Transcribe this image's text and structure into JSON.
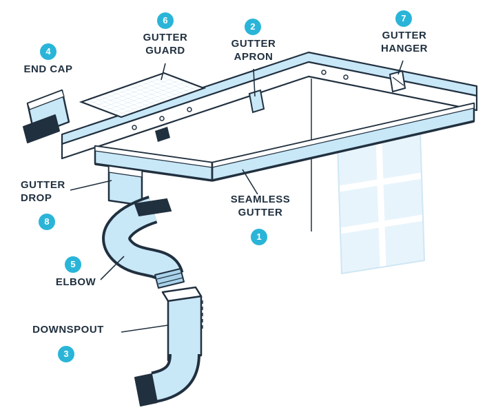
{
  "diagram": {
    "colors": {
      "ink": "#21303f",
      "accent": "#2ab5d8",
      "lightblue": "#c8e7f7",
      "midblue": "#a9d3ea"
    },
    "labels": {
      "end_cap": {
        "number": "4",
        "text": "END CAP"
      },
      "gutter_guard": {
        "number": "6",
        "text": "GUTTER GUARD"
      },
      "gutter_apron": {
        "number": "2",
        "text": "GUTTER APRON"
      },
      "gutter_hanger": {
        "number": "7",
        "text": "GUTTER HANGER"
      },
      "gutter_drop": {
        "number": "8",
        "text": "GUTTER DROP"
      },
      "seamless_gutter": {
        "number": "1",
        "text": "SEAMLESS GUTTER"
      },
      "elbow": {
        "number": "5",
        "text": "ELBOW"
      },
      "downspout": {
        "number": "3",
        "text": "DOWNSPOUT"
      }
    }
  }
}
